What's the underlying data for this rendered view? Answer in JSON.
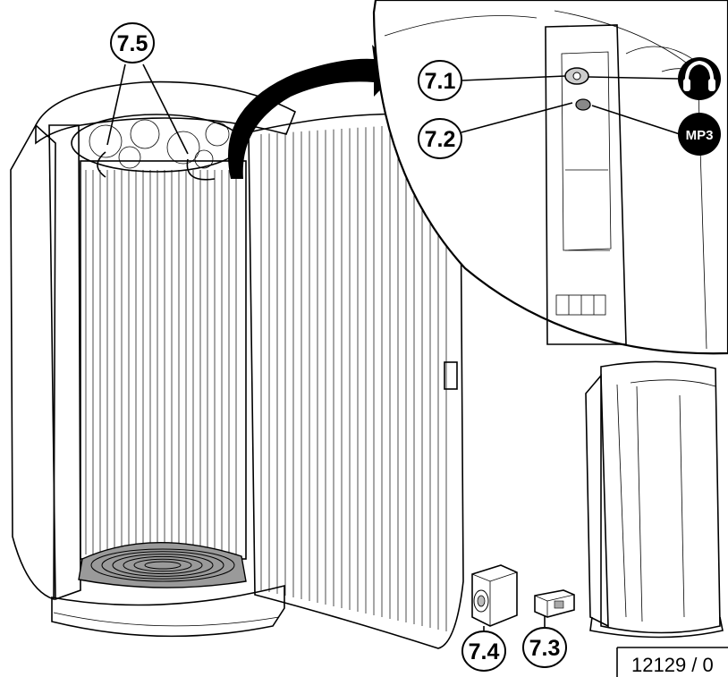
{
  "callouts": {
    "c71": "7.1",
    "c72": "7.2",
    "c73": "7.3",
    "c74": "7.4",
    "c75": "7.5"
  },
  "badges": {
    "headphones_icon": "headphones-icon",
    "mp3_label": "MP3"
  },
  "reference": {
    "code": "12129 / 0"
  }
}
